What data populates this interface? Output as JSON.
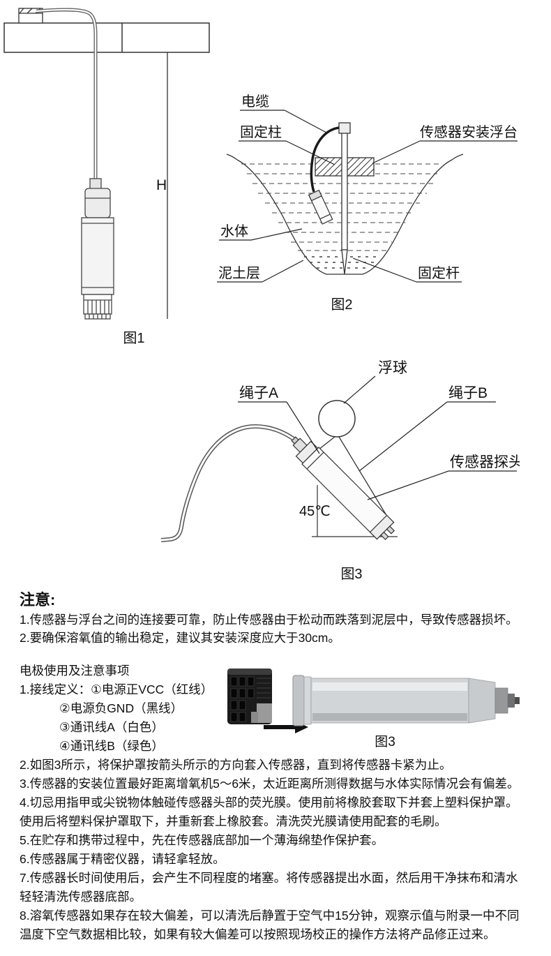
{
  "fig1": {
    "h_label": "H",
    "caption": "图1"
  },
  "fig2": {
    "caption": "图2",
    "labels": {
      "cable": "电缆",
      "post": "固定柱",
      "platform": "传感器安装浮台",
      "water": "水体",
      "mud": "泥土层",
      "rod": "固定杆"
    }
  },
  "fig3": {
    "caption": "图3",
    "labels": {
      "float_ball": "浮球",
      "rope_a": "绳子A",
      "rope_b": "绳子B",
      "probe": "传感器探头",
      "angle": "45℃"
    }
  },
  "notes": {
    "heading": "注意:",
    "items": [
      "1.传感器与浮台之间的连接要可靠，防止传感器由于松动而跌落到泥层中，导致传感器损坏。",
      "2.要确保溶氧值的输出稳定，建议其安装深度应大于30cm。"
    ]
  },
  "usage": {
    "heading": "电极使用及注意事项",
    "wiring_line1": "1.接线定义：①电源正VCC（红线）",
    "wiring_lines": [
      "②电源负GND（黑线）",
      "③通讯线A（白色）",
      "④通讯线B（绿色）"
    ],
    "figure_caption": "图3",
    "items": [
      "2.如图3所示，将保护罩按箭头所示的方向套入传感器，直到将传感器卡紧为止。",
      "3.传感器的安装位置最好距离增氧机5～6米，太近距离所测得数据与水体实际情况会有偏差。",
      "4.切忌用指甲或尖锐物体触碰传感器头部的荧光膜。使用前将橡胶套取下并套上塑料保护罩。\n使用后将塑料保护罩取下，并重新套上橡胶套。清洗荧光膜请使用配套的毛刷。",
      "5.在贮存和携带过程中，先在传感器底部加一个薄海绵垫作保护套。",
      "6.传感器属于精密仪器，请轻拿轻放。",
      "7.传感器长时间使用后，会产生不同程度的堵塞。将传感器提出水面，然后用干净抹布和清水\n轻轻清洗传感器底部。",
      "8.溶氧传感器如果存在较大偏差，可以清洗后静置于空气中15分钟，观察示值与附录一中不同\n温度下空气数据相比较，如果有较大偏差可以按照现场校正的操作方法将产品修正过来。"
    ]
  }
}
